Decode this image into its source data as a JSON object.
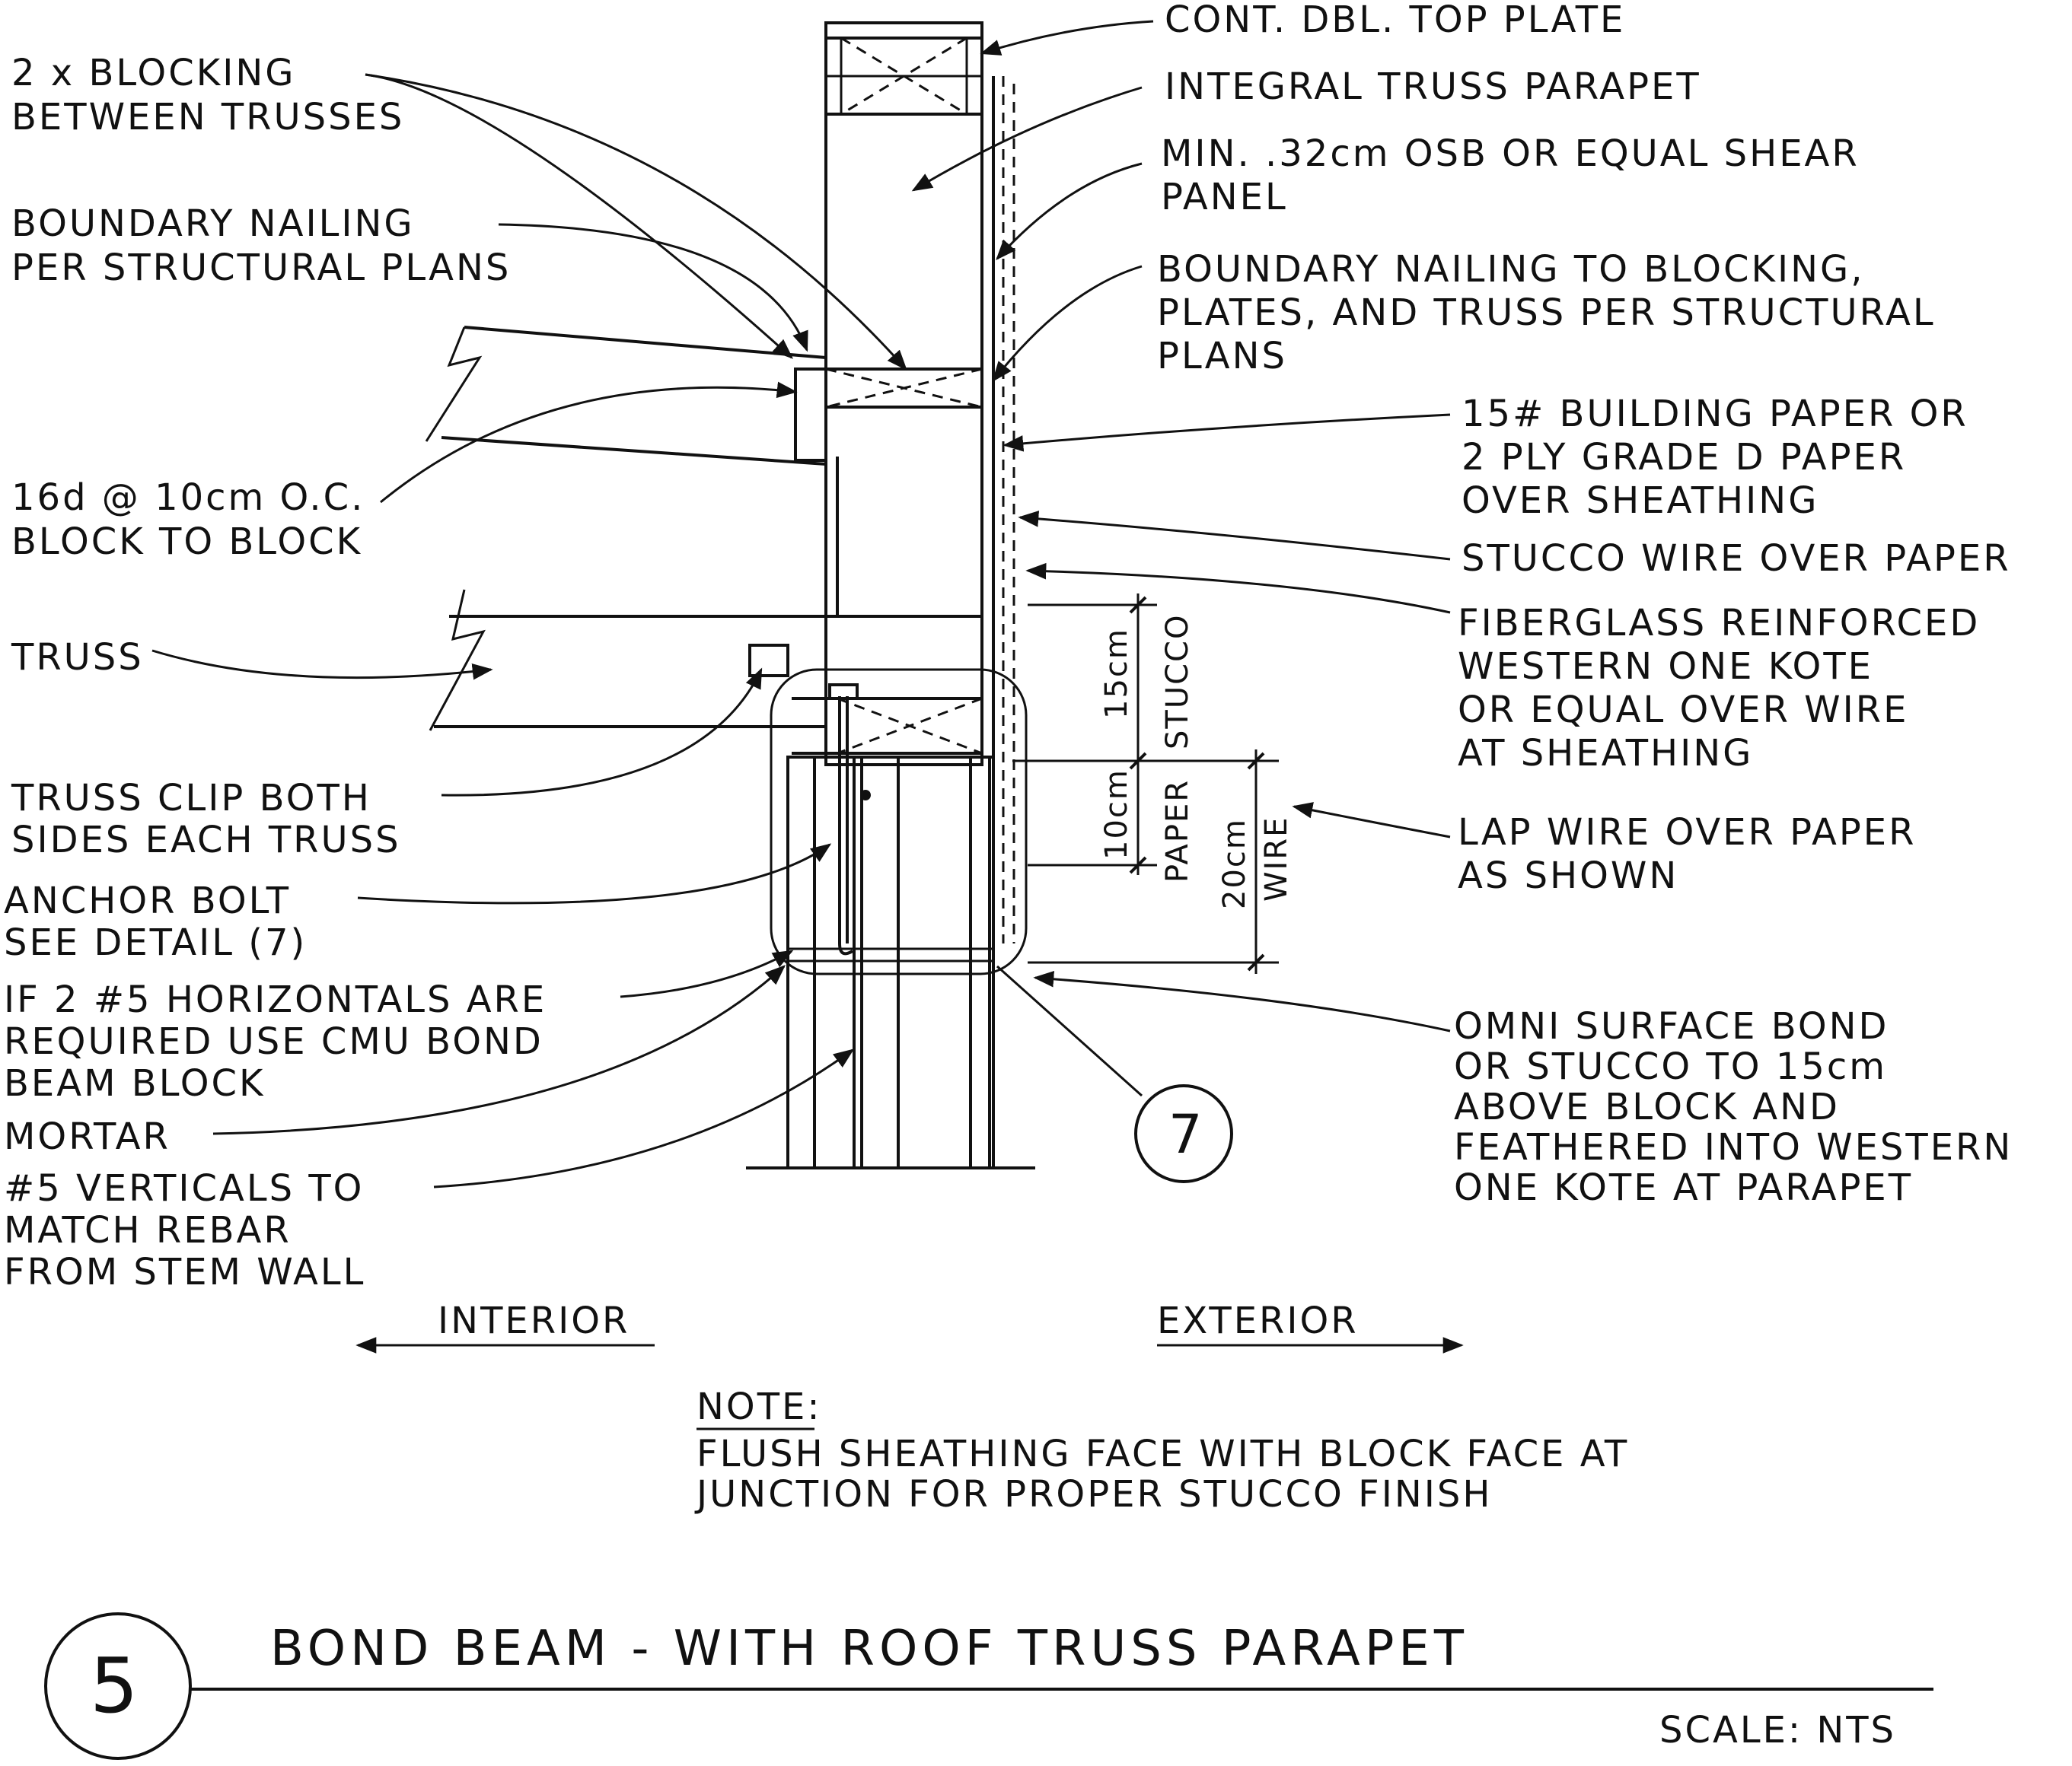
{
  "labels": {
    "cont_top_plate": "CONT. DBL. TOP PLATE",
    "blocking_1": "2 x BLOCKING",
    "blocking_2": "BETWEEN TRUSSES",
    "parapet": "INTEGRAL TRUSS PARAPET",
    "osb_1": "MIN. .32cm OSB OR EQUAL SHEAR",
    "osb_2": "PANEL",
    "bnail_1": "BOUNDARY NAILING",
    "bnail_2": "PER STRUCTURAL PLANS",
    "bnail_block_1": "BOUNDARY NAILING TO BLOCKING,",
    "bnail_block_2": "PLATES, AND TRUSS PER STRUCTURAL",
    "bnail_block_3": "PLANS",
    "paper_1": "15# BUILDING PAPER OR",
    "paper_2": "2 PLY GRADE D PAPER",
    "paper_3": "OVER SHEATHING",
    "nail16_1": "16d @ 10cm O.C.",
    "nail16_2": "BLOCK TO BLOCK",
    "stucco_wire": "STUCCO WIRE OVER PAPER",
    "truss": "TRUSS",
    "fiber_1": "FIBERGLASS REINFORCED",
    "fiber_2": "WESTERN ONE KOTE",
    "fiber_3": "OR EQUAL OVER WIRE",
    "fiber_4": "AT SHEATHING",
    "clip_1": "TRUSS CLIP BOTH",
    "clip_2": "SIDES EACH TRUSS",
    "lap_1": "LAP WIRE OVER PAPER",
    "lap_2": "AS SHOWN",
    "anchor_1": "ANCHOR BOLT",
    "anchor_2": "SEE DETAIL (7)",
    "horiz_1": "IF 2 #5 HORIZONTALS ARE",
    "horiz_2": "REQUIRED USE CMU BOND",
    "horiz_3": "BEAM BLOCK",
    "omni_1": "OMNI SURFACE BOND",
    "omni_2": "OR STUCCO TO 15cm",
    "omni_3": "ABOVE BLOCK AND",
    "omni_4": "FEATHERED INTO WESTERN",
    "omni_5": "ONE KOTE AT PARAPET",
    "mortar": "MORTAR",
    "vert_1": "#5 VERTICALS TO",
    "vert_2": "MATCH REBAR",
    "vert_3": "FROM STEM WALL",
    "interior": "INTERIOR",
    "exterior": "EXTERIOR",
    "note_head": "NOTE:",
    "note_1": "FLUSH SHEATHING FACE WITH BLOCK FACE AT",
    "note_2": "JUNCTION FOR PROPER  STUCCO  FINISH",
    "detail_ref": "7"
  },
  "dimensions": {
    "d15": "15cm",
    "d10": "10cm",
    "d20": "20cm",
    "stucco": "STUCCO",
    "paper": "PAPER",
    "wire": "WIRE"
  },
  "title_block": {
    "detail_number": "5",
    "title": "BOND BEAM - WITH ROOF TRUSS PARAPET",
    "scale": "SCALE: NTS"
  }
}
